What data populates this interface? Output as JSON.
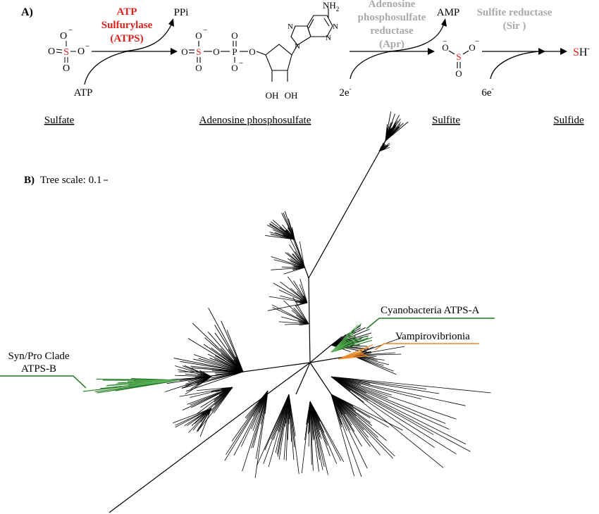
{
  "panel_a": {
    "label": "A)",
    "enzyme1": {
      "line1": "ATP",
      "line2": "Sulfurylase",
      "line3": "(ATPS)"
    },
    "enzyme2": {
      "line1": "Adenosine",
      "line2": "phosphosulfate",
      "line3": "reductase",
      "line4": "(Apr)"
    },
    "enzyme3": {
      "line1": "Sulfite reductase",
      "line2": "(Sir )"
    },
    "byproduct1": "PPi",
    "byproduct2": "AMP",
    "cosubstrate1": "ATP",
    "cosubstrate2": "2e",
    "cosubstrate2_sup": "-",
    "cosubstrate3": "6e",
    "cosubstrate3_sup": "-",
    "product": "S",
    "product_rest": "H",
    "product_sup": "-",
    "atoms": {
      "O": "O",
      "S": "S",
      "P": "P",
      "N": "N",
      "NH2": "NH",
      "NH2_sub": "2",
      "OH": "OH",
      "minus": "−"
    },
    "compounds": [
      "Sulfate",
      "Adenosine phosphosulfate",
      "Sulfite",
      "Sulfide"
    ],
    "colors": {
      "enzyme1": "#e0201b",
      "enzyme_gray": "#a9a9a9",
      "sulfur": "#e0201b",
      "line": "#000000"
    }
  },
  "panel_b": {
    "label": "B)",
    "scale_text": "Tree scale: 0.1",
    "clades": {
      "cyano": "Cyanobacteria ATPS-A",
      "vampiro": "Vampirovibrionia",
      "synpro_line1": "Syn/Pro Clade",
      "synpro_line2": "ATPS-B"
    },
    "colors": {
      "branch": "#000000",
      "cyano": "#1e7a1e",
      "cyano_light": "#5fb35f",
      "vampiro": "#e8892b"
    }
  }
}
